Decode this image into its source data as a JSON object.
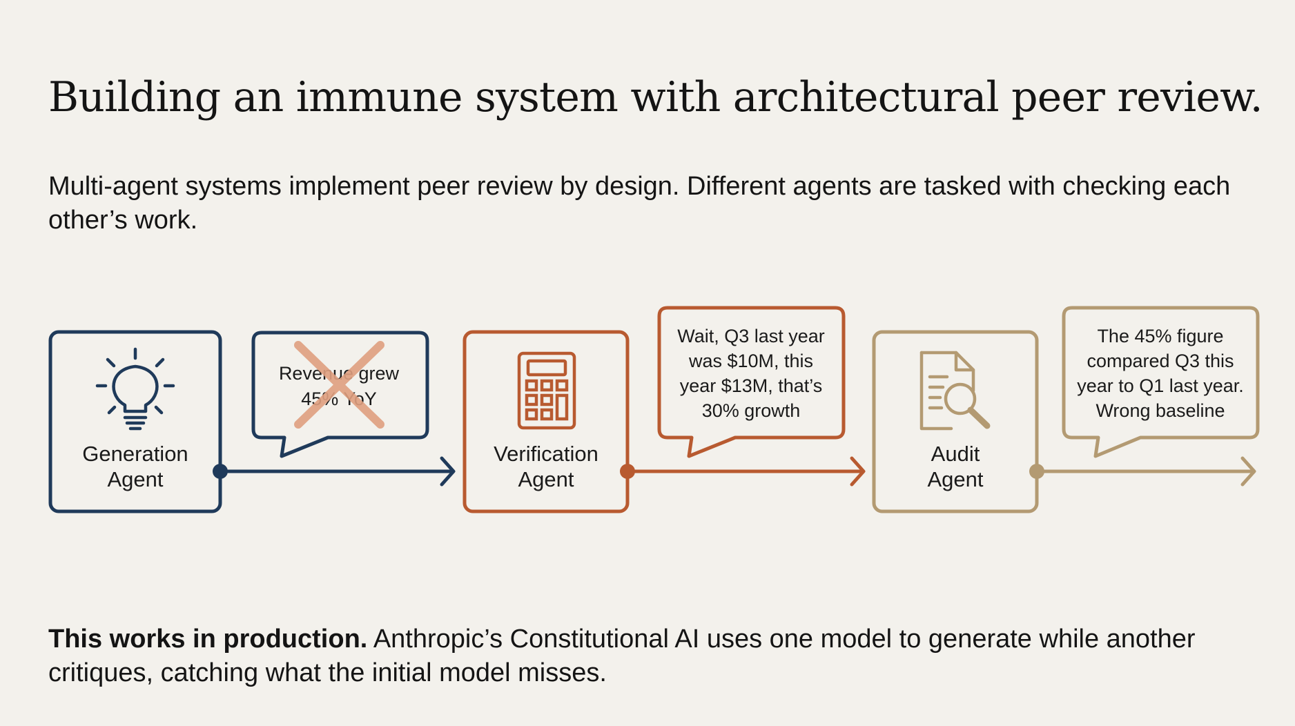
{
  "title": "Building an immune system with architectural peer review.",
  "intro": "Multi-agent systems implement peer review by design. Different agents are tasked with checking each other’s work.",
  "agents": [
    {
      "line1": "Generation",
      "line2": "Agent",
      "icon": "lightbulb-icon",
      "color": "#1f3a5a"
    },
    {
      "line1": "Verification",
      "line2": "Agent",
      "icon": "calculator-icon",
      "color": "#b85a30"
    },
    {
      "line1": "Audit",
      "line2": "Agent",
      "icon": "document-magnifier-icon",
      "color": "#b39a72"
    }
  ],
  "bubbles": [
    {
      "lines": [
        "Revenue grew",
        "45% YoY"
      ],
      "crossed_out": true,
      "cross_color": "#e0a080"
    },
    {
      "lines": [
        "Wait, Q3 last year",
        "was $10M, this",
        "year $13M, that’s",
        "30% growth"
      ]
    },
    {
      "lines": [
        "The 45% figure",
        "compared Q3 this",
        "year to Q1 last year.",
        "Wrong baseline"
      ]
    }
  ],
  "footer": {
    "bold": "This works in production.",
    "text": " Anthropic’s Constitutional AI uses one model to generate while another critiques, catching what the initial model misses."
  }
}
